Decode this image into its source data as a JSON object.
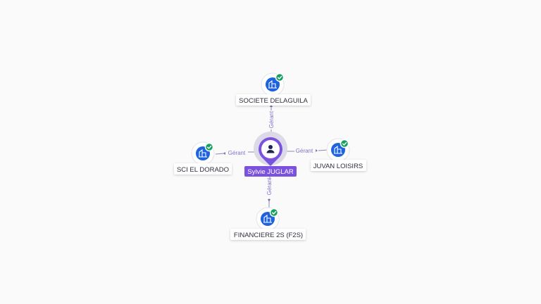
{
  "person": {
    "name": "Sylvie JUGLAR",
    "icon": "person-icon",
    "color": "#7b52e0"
  },
  "relation_label": "Gérant",
  "companies": [
    {
      "id": "top",
      "name": "SOCIETE DELAGUILA",
      "verified": true
    },
    {
      "id": "left",
      "name": "SCI EL DORADO",
      "verified": true
    },
    {
      "id": "right",
      "name": "JUVAN LOISIRS",
      "verified": true
    },
    {
      "id": "bottom",
      "name": "FINANCIERE 2S (F2S)",
      "verified": true
    }
  ],
  "edges": [
    {
      "to": "top",
      "label": "Gérant"
    },
    {
      "to": "left",
      "label": "Gérant"
    },
    {
      "to": "right",
      "label": "Gérant"
    },
    {
      "to": "bottom",
      "label": "Gérant"
    }
  ],
  "colors": {
    "company": "#1d63dd",
    "verified": "#17a05d",
    "edge_label": "#7d74c9"
  },
  "icons": {
    "company": "building-icon",
    "verified": "check-icon"
  }
}
